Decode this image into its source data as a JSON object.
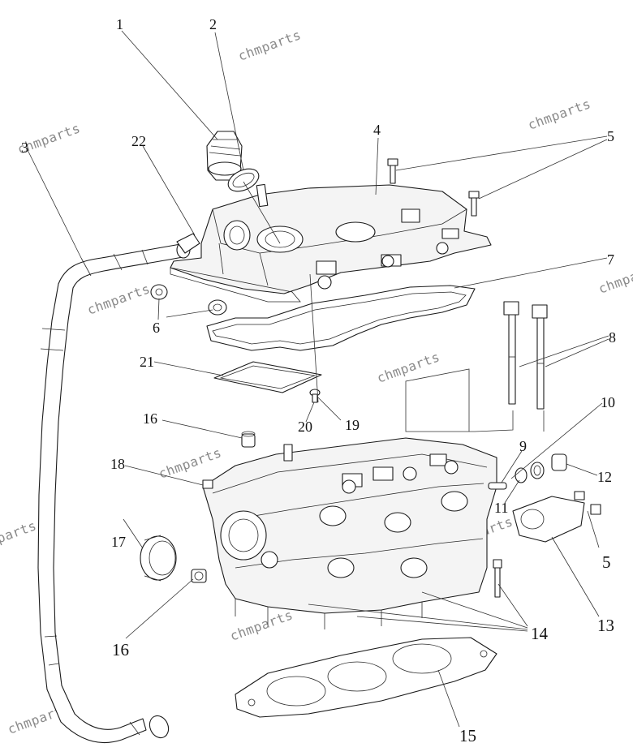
{
  "diagram": {
    "callouts": {
      "c1": "1",
      "c2": "2",
      "c3": "3",
      "c4": "4",
      "c5a": "5",
      "c5b": "5",
      "c6": "6",
      "c7": "7",
      "c8": "8",
      "c9": "9",
      "c10": "10",
      "c11": "11",
      "c12": "12",
      "c13": "13",
      "c14": "14",
      "c15": "15",
      "c16a": "16",
      "c16b": "16",
      "c17": "17",
      "c18": "18",
      "c19": "19",
      "c20": "20",
      "c21": "21",
      "c22": "22"
    },
    "watermark": "chmparts"
  }
}
